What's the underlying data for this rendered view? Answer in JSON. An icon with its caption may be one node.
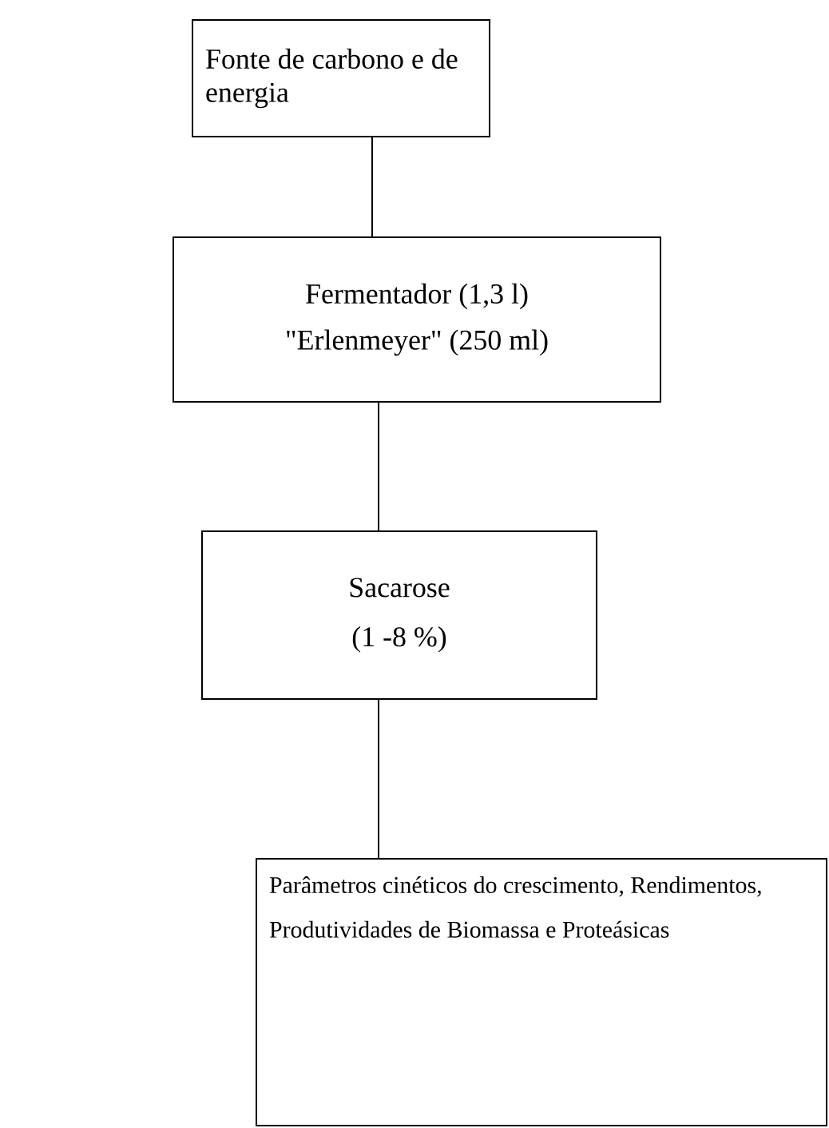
{
  "diagram": {
    "nodes": [
      {
        "text": [
          "Fonte de carbono e de energia"
        ]
      },
      {
        "text": [
          "Fermentador (1,3 l)",
          "\"Erlenmeyer\" (250 ml)"
        ]
      },
      {
        "text": [
          "Sacarose",
          "(1 -8 %)"
        ]
      },
      {
        "text": [
          "Parâmetros cinéticos do crescimento, Rendimentos, Produtividades de Biomassa e Proteásicas"
        ]
      }
    ],
    "edges": [
      {
        "from": 0,
        "to": 1,
        "arrow": "none"
      },
      {
        "from": 1,
        "to": 2,
        "arrow": "none"
      },
      {
        "from": 2,
        "to": 3,
        "arrow": "none"
      }
    ]
  }
}
